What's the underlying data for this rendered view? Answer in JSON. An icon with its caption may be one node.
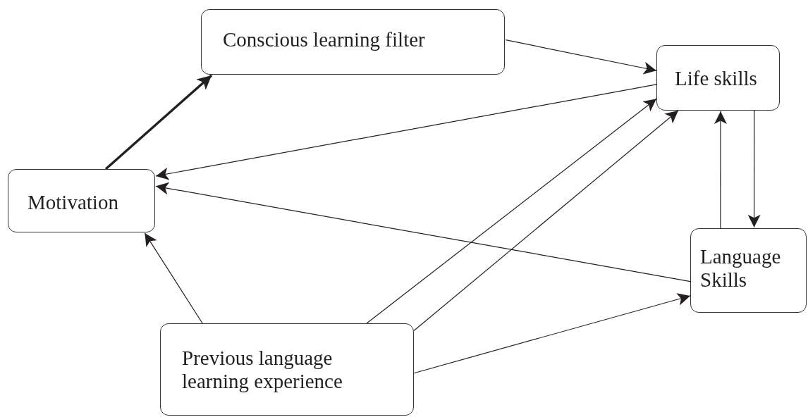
{
  "diagram": {
    "nodes": [
      {
        "text": [
          "Conscious learning filter"
        ]
      },
      {
        "text": [
          "Life skills"
        ]
      },
      {
        "text": [
          "Motivation"
        ]
      },
      {
        "text": [
          "Language Skills"
        ]
      },
      {
        "text": [
          "Previous language learning experience"
        ]
      }
    ],
    "edges": [
      {
        "from": 2,
        "to": 0,
        "arrow": "to",
        "style": "thick"
      },
      {
        "from": 0,
        "to": 1,
        "arrow": "to"
      },
      {
        "from": 1,
        "to": 2,
        "arrow": "to"
      },
      {
        "from": 3,
        "to": 2,
        "arrow": "to"
      },
      {
        "from": 4,
        "to": 2,
        "arrow": "to"
      },
      {
        "from": 4,
        "to": 1,
        "arrow": "to"
      },
      {
        "from": 4,
        "to": 1,
        "arrow": "to"
      },
      {
        "from": 3,
        "to": 1,
        "arrow": "to"
      },
      {
        "from": 1,
        "to": 3,
        "arrow": "to"
      },
      {
        "from": 4,
        "to": 3,
        "arrow": "to"
      }
    ]
  }
}
